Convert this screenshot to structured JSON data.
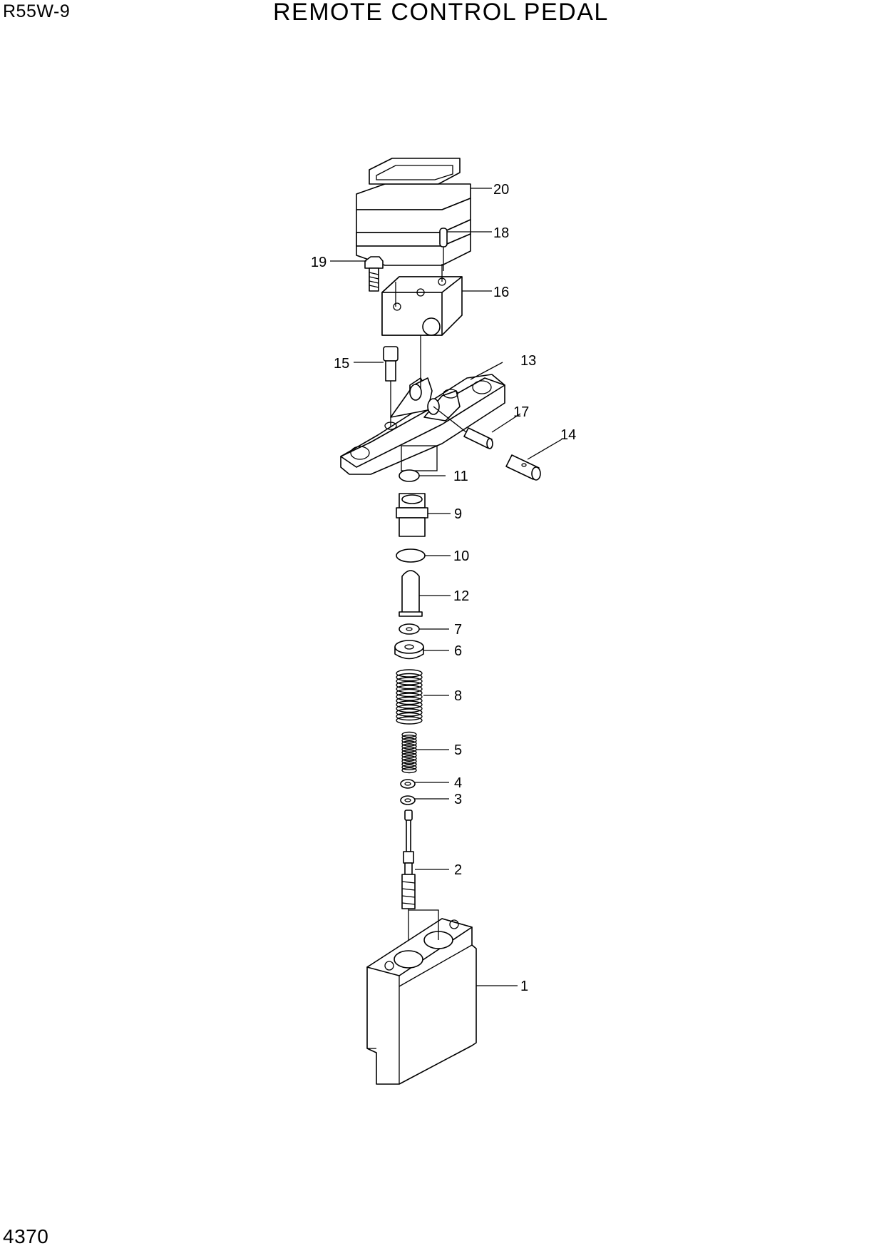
{
  "header": {
    "model": "R55W-9",
    "title": "REMOTE CONTROL PEDAL"
  },
  "footer": {
    "page_number": "4370"
  },
  "callouts": [
    "1",
    "2",
    "3",
    "4",
    "5",
    "6",
    "7",
    "8",
    "9",
    "10",
    "11",
    "12",
    "13",
    "14",
    "15",
    "16",
    "17",
    "18",
    "19",
    "20"
  ]
}
